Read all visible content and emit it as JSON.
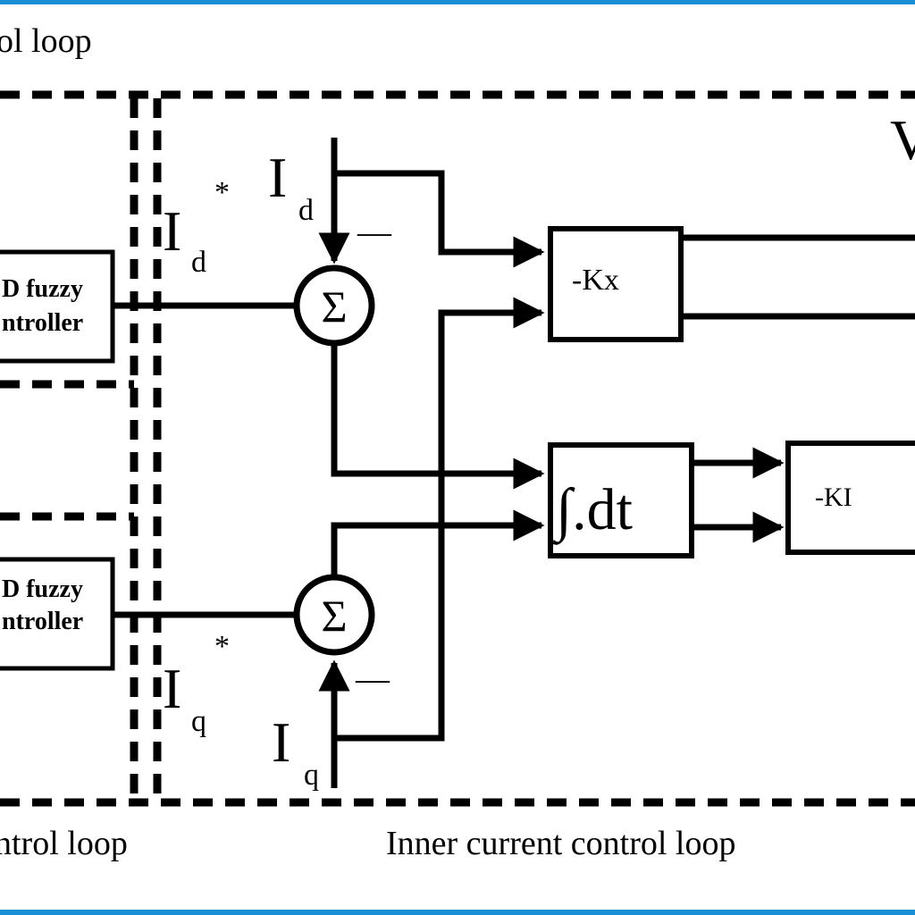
{
  "colors": {
    "frame_blue": "#1a8fd6",
    "line": "#000000",
    "background": "#ffffff"
  },
  "labels": {
    "top_loop": "ol loop",
    "outer_loop_bottom": "ntrol loop",
    "inner_loop": "Inner current control loop",
    "v_partial": "V"
  },
  "blocks": {
    "fuzzy_top": {
      "line1": "D fuzzy",
      "line2": "ntroller"
    },
    "fuzzy_bottom": {
      "line1": "D fuzzy",
      "line2": "ntroller"
    },
    "kx": "-Kx",
    "integrator": "∫.dt",
    "ki": "-KI"
  },
  "summing": {
    "symbol": "Σ",
    "top_minus": "—",
    "bottom_minus": "—"
  },
  "signals": {
    "id_ref": {
      "main": "I",
      "sub": "d",
      "star": "*"
    },
    "id_meas": {
      "main": "I",
      "sub": "d"
    },
    "iq_ref": {
      "main": "I",
      "sub": "q",
      "star": "*"
    },
    "iq_meas": {
      "main": "I",
      "sub": "q"
    }
  }
}
